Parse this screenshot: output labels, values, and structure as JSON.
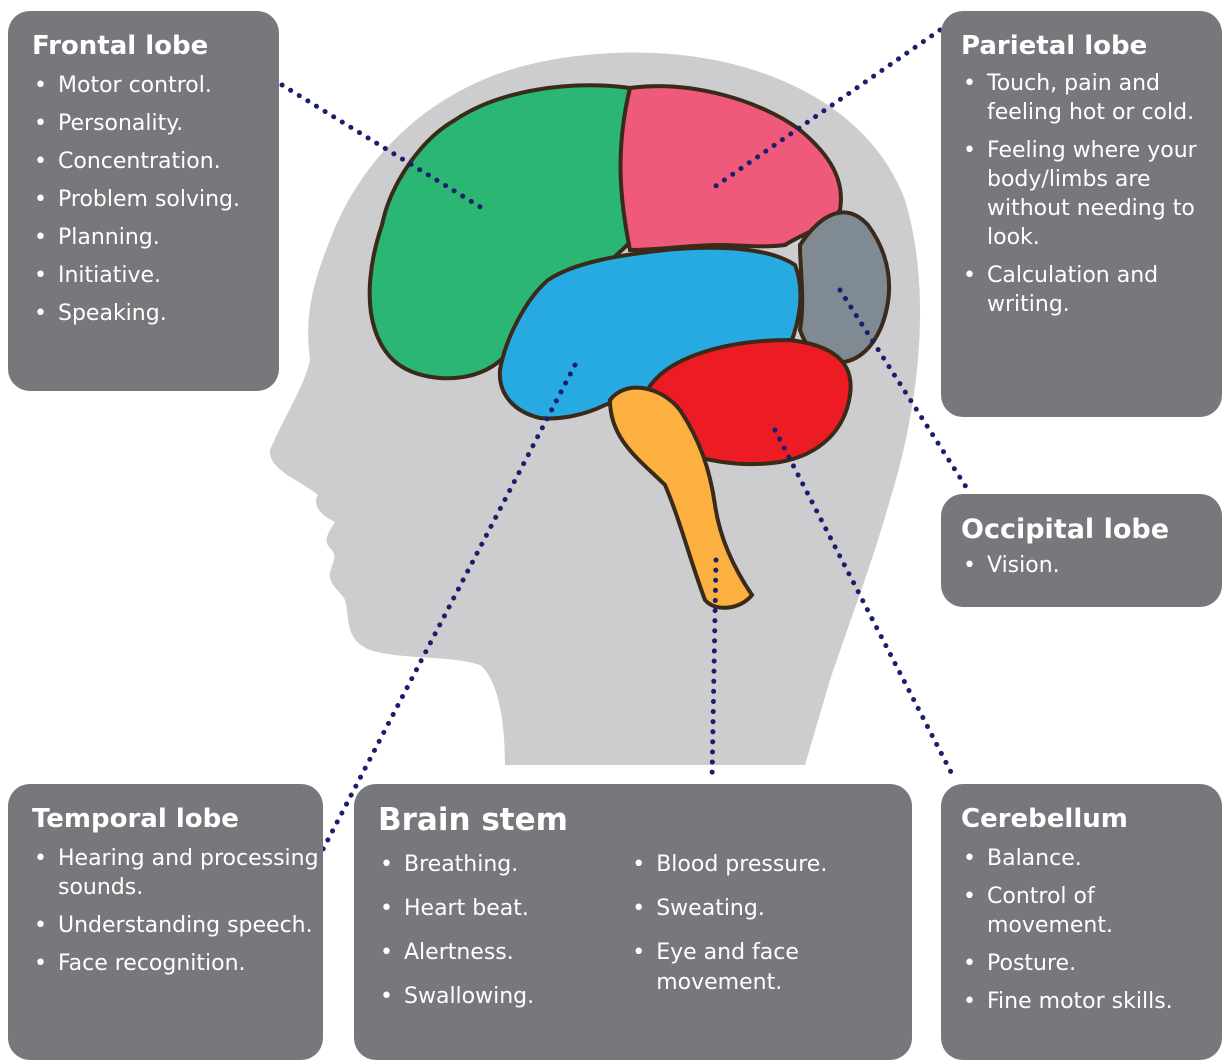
{
  "colors": {
    "box": "#77787b",
    "head": "#cdcdcf",
    "frontal": "#2bb673",
    "parietal": "#ef5a7a",
    "occipital": "#808a92",
    "temporal": "#27a9e1",
    "cerebellum": "#ed1c24",
    "brain_stem": "#fbb040",
    "dots": "#1b1f6b"
  },
  "frontal": {
    "title": "Frontal lobe",
    "items": [
      "Motor control.",
      "Personality.",
      "Concentration.",
      "Problem solving.",
      "Planning.",
      "Initiative.",
      "Speaking."
    ]
  },
  "parietal": {
    "title": "Parietal lobe",
    "items": [
      "Touch, pain and feeling hot or cold.",
      "Feeling where your body/limbs are without needing to look.",
      "Calculation and writing."
    ]
  },
  "occipital": {
    "title": "Occipital lobe",
    "items": [
      "Vision."
    ]
  },
  "temporal": {
    "title": "Temporal lobe",
    "items": [
      "Hearing and processing sounds.",
      "Understanding speech.",
      " Face recognition."
    ]
  },
  "brainstem": {
    "title": "Brain stem",
    "col1": [
      "Breathing.",
      "Heart beat.",
      "Alertness.",
      "Swallowing."
    ],
    "col2": [
      "Blood pressure.",
      "Sweating.",
      "Eye and face movement."
    ]
  },
  "cerebellum": {
    "title": "Cerebellum",
    "items": [
      "Balance.",
      "Control of movement.",
      "Posture.",
      "Fine motor skills."
    ]
  }
}
